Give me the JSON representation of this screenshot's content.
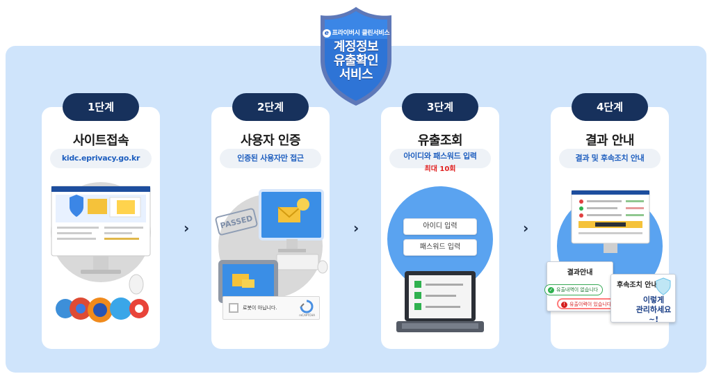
{
  "badge": {
    "sub_label": "프라이버시 클린서비스",
    "title_line1": "계정정보",
    "title_line2": "유출확인",
    "title_line3": "서비스"
  },
  "steps": [
    {
      "label": "1단계",
      "title": "사이트접속",
      "sub": "kidc.eprivacy.go.kr"
    },
    {
      "label": "2단계",
      "title": "사용자 인증",
      "sub": "인증된 사용자만 접근"
    },
    {
      "label": "3단계",
      "title": "유출조회",
      "sub": "아이디와 패스워드 입력",
      "sub_red": "최대 10회"
    },
    {
      "label": "4단계",
      "title": "결과 안내",
      "sub": "결과 및 후속조치 안내"
    }
  ],
  "step2": {
    "stamp": "PASSED",
    "captcha_text": "로봇이 아닙니다.",
    "captcha_brand": "reCAPTCHA"
  },
  "step3": {
    "id_placeholder": "아이디 입력",
    "pw_placeholder": "패스워드 입력"
  },
  "step4": {
    "result_title": "결과안내",
    "ok_chip": "유출내역이 없습니다",
    "bad_chip": "유출이력이 있습니다",
    "followup_title": "후속조치 안내",
    "followup_line1": "이렇게",
    "followup_line2": "관리하세요~!"
  },
  "arrow_glyph": "›",
  "colors": {
    "panel_bg": "#cfe4fb",
    "pill_bg": "#17315c",
    "badge_blue": "#2a66c9",
    "link_blue": "#1f5fbf",
    "alert_red": "#e02020"
  }
}
